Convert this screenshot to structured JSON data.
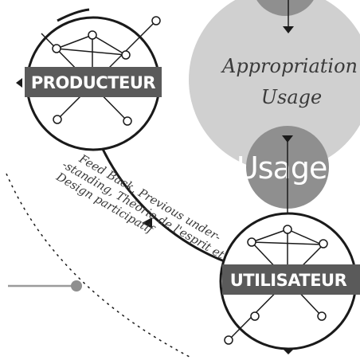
{
  "colors": {
    "appropriation_circle": "#d0d0d0",
    "usager_circle": "#8f8f8f",
    "banner": "#5a5a5a",
    "stroke": "#1a1a1a",
    "connector_grey": "#9a9a9a"
  },
  "nodes": {
    "producteur": {
      "label": "PRODUCTEUR"
    },
    "utilisateur": {
      "label": "UTILISATEUR"
    },
    "usager": {
      "label": "Usager"
    }
  },
  "appropriation": {
    "line1": "Appropriation",
    "line2": "Usage"
  },
  "feedback": {
    "line1": "Feed Back, Previous under-",
    "line2": "-standing, Théorie de l'esprit et",
    "line3": "Design participatif"
  }
}
